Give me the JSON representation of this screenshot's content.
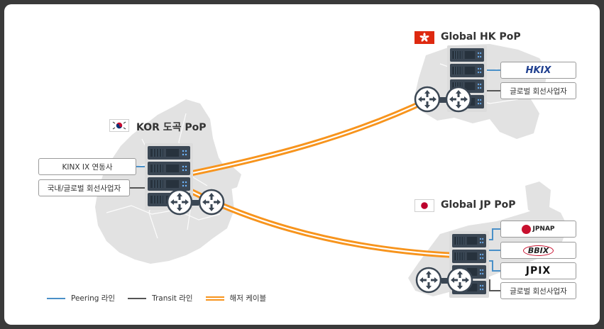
{
  "pops": {
    "kor": {
      "title": "KOR 도곡 PoP"
    },
    "hk": {
      "title": "Global HK PoP"
    },
    "jp": {
      "title": "Global JP PoP"
    }
  },
  "kor_links": {
    "peering": "KINX IX 연동사",
    "transit": "국내/글로벌 회선사업자"
  },
  "hk_links": {
    "peering_logo": "HKIX",
    "transit": "글로벌 회선사업자"
  },
  "jp_links": {
    "logo_1": "JPNAP",
    "logo_2": "BBIX",
    "logo_3": "JPIX",
    "transit": "글로벌 회선사업자"
  },
  "legend": {
    "peering": "Peering 라인",
    "transit": "Transit 라인",
    "cable": "해저 케이블"
  },
  "colors": {
    "peering": "#4a90c8",
    "transit": "#555555",
    "cable": "#f7941d",
    "map": "#e4e4e4"
  }
}
